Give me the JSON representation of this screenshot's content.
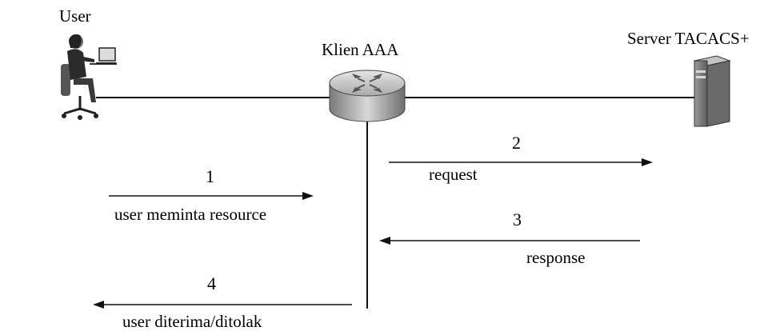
{
  "nodes": {
    "user": "User",
    "client": "Klien AAA",
    "server": "Server TACACS+"
  },
  "steps": [
    {
      "number": "1",
      "label": "user meminta resource"
    },
    {
      "number": "2",
      "label": "request"
    },
    {
      "number": "3",
      "label": "response"
    },
    {
      "number": "4",
      "label": "user diterima/ditolak"
    }
  ],
  "colors": {
    "line": "#111111",
    "router_body": "#b9b9b9",
    "server_body": "#8a8a8a"
  },
  "icons": {
    "user": "user-at-laptop-icon",
    "client": "router-icon",
    "server": "server-tower-icon"
  }
}
